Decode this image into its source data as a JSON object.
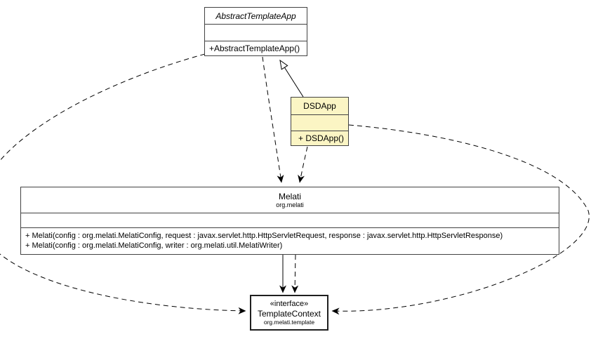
{
  "diagram": {
    "type": "uml-class-diagram",
    "colors": {
      "background": "#ffffff",
      "class_fill": "#ffffff",
      "highlight_fill": "#fbf5c4",
      "box_border": "#424242",
      "edge": "#000000"
    },
    "classes": {
      "abstract_template_app": {
        "name": "AbstractTemplateApp",
        "is_abstract": true,
        "methods": [
          "+AbstractTemplateApp()"
        ]
      },
      "dsd_app": {
        "name": "DSDApp",
        "highlighted": true,
        "methods": [
          "+ DSDApp()"
        ]
      },
      "melati": {
        "name": "Melati",
        "package": "org.melati",
        "methods": [
          "+ Melati(config : org.melati.MelatiConfig, request : javax.servlet.http.HttpServletRequest, response : javax.servlet.http.HttpServletResponse)",
          "+ Melati(config : org.melati.MelatiConfig, writer : org.melati.util.MelatiWriter)"
        ]
      },
      "template_context": {
        "stereotype": "«interface»",
        "name": "TemplateContext",
        "package": "org.melati.template"
      }
    },
    "relations": [
      {
        "from": "DSDApp",
        "to": "AbstractTemplateApp",
        "type": "generalization",
        "line": "solid",
        "arrowhead": "hollow-triangle"
      },
      {
        "from": "AbstractTemplateApp",
        "to": "Melati",
        "type": "dependency",
        "line": "dashed",
        "arrowhead": "vee"
      },
      {
        "from": "DSDApp",
        "to": "Melati",
        "type": "dependency",
        "line": "dashed",
        "arrowhead": "vee"
      },
      {
        "from": "Melati",
        "to": "TemplateContext",
        "type": "association",
        "line": "solid",
        "arrowhead": "vee"
      },
      {
        "from": "Melati",
        "to": "TemplateContext",
        "type": "dependency",
        "line": "dashed",
        "arrowhead": "vee"
      },
      {
        "from": "AbstractTemplateApp",
        "to": "TemplateContext",
        "type": "dependency",
        "line": "dashed",
        "arrowhead": "vee"
      },
      {
        "from": "DSDApp",
        "to": "TemplateContext",
        "type": "dependency",
        "line": "dashed",
        "arrowhead": "vee"
      }
    ]
  }
}
